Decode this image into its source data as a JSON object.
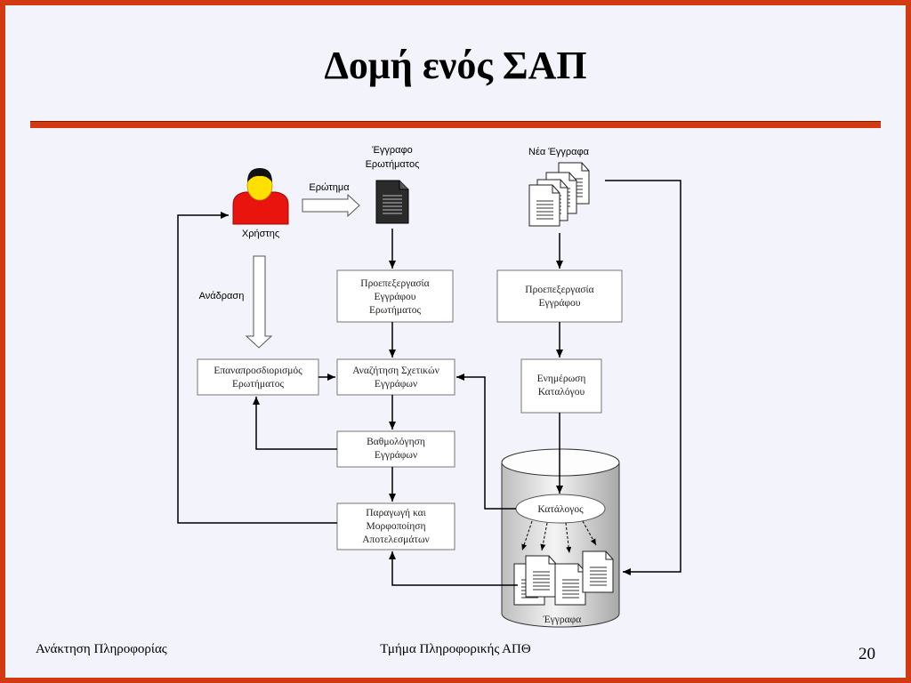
{
  "slide": {
    "title": "Δομή ενός ΣΑΠ",
    "footer_left": "Ανάκτηση Πληροφορίας",
    "footer_center": "Τμήμα Πληροφορικής ΑΠΘ",
    "page_number": "20"
  },
  "colors": {
    "border": "#d33a12",
    "background": "#f3f3fb",
    "user_body": "#e8140d",
    "user_face": "#ffe000"
  },
  "diagram": {
    "user_label": "Χρήστης",
    "query_label": "Ερώτημα",
    "feedback_label": "Ανάδραση",
    "query_doc_label": [
      "Έγγραφο",
      "Ερωτήματος"
    ],
    "new_docs_label": "Νέα Έγγραφα",
    "box_preprocess_query": [
      "Προεπεξεργασία",
      "Εγγράφου",
      "Ερωτήματος"
    ],
    "box_preprocess_doc": [
      "Προεπεξεργασία",
      "Εγγράφου"
    ],
    "box_reformulation": [
      "Επαναπροσδιορισμός",
      "Ερωτήματος"
    ],
    "box_search": [
      "Αναζήτηση Σχετικών",
      "Εγγράφων"
    ],
    "box_update_catalog": [
      "Ενημέρωση",
      "Καταλόγου"
    ],
    "box_ranking": [
      "Βαθμολόγηση",
      "Εγγράφων"
    ],
    "box_output": [
      "Παραγωγή και",
      "Μορφοποίηση",
      "Αποτελεσμάτων"
    ],
    "catalog_label": "Κατάλογος",
    "documents_label": "Έγγραφα"
  }
}
